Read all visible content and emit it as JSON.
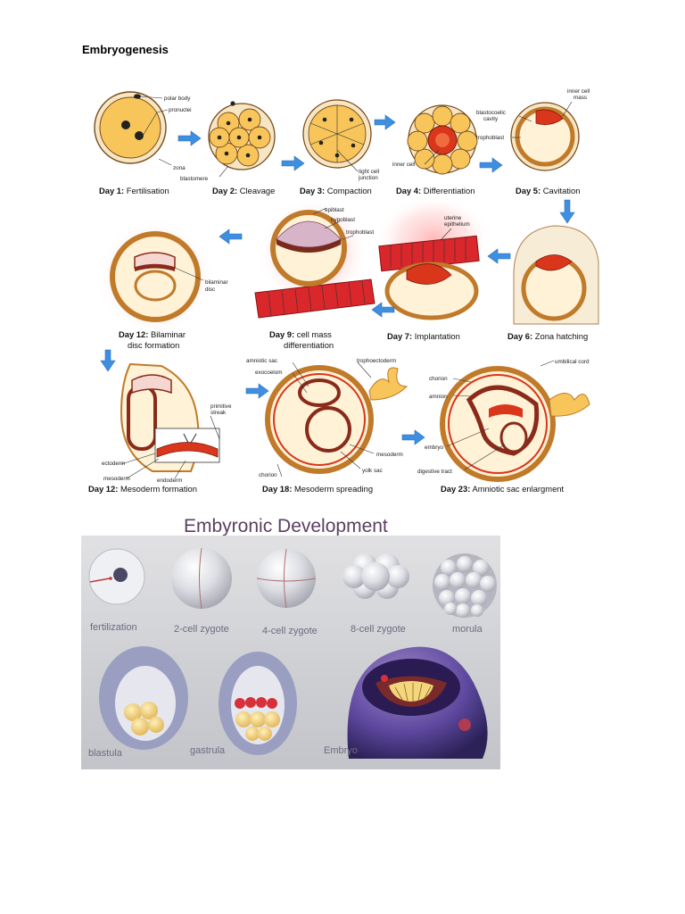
{
  "document": {
    "heading": "Embryogenesis"
  },
  "figure1": {
    "captions": [
      {
        "day": "Day 1:",
        "text": "Fertilisation"
      },
      {
        "day": "Day 2:",
        "text": "Cleavage"
      },
      {
        "day": "Day 3:",
        "text": "Compaction"
      },
      {
        "day": "Day 4:",
        "text": "Differentiation"
      },
      {
        "day": "Day 5:",
        "text": "Cavitation"
      },
      {
        "day": "Day 6:",
        "text": "Zona hatching"
      },
      {
        "day": "Day 7:",
        "text": "Implantation"
      },
      {
        "day": "Day 9:",
        "text": "cell mass",
        "line2": "differentiation"
      },
      {
        "day": "Day 12:",
        "text": "Bilaminar",
        "line2": "disc formation"
      },
      {
        "day": "Day 12:",
        "text": "Mesoderm formation"
      },
      {
        "day": "Day 18:",
        "text": "Mesoderm spreading"
      },
      {
        "day": "Day 23:",
        "text": "Amniotic sac enlargment"
      }
    ],
    "labels": {
      "polar_body": "polar body",
      "pronuclei": "pronuclei",
      "zona": "zona",
      "blastomere": "blastomere",
      "tight_cell": "tight cell",
      "junction": "junction",
      "inner_cell": "inner cell",
      "inner_cell_mass_1": "inner cell",
      "inner_cell_mass_2": "mass",
      "blastocoelic_1": "blastocoelic",
      "blastocoelic_2": "cavity",
      "trophoblast": "trophoblast",
      "epiblast": "epiblast",
      "hypoblast": "hypoblast",
      "trophoblast_9": "trophoblast",
      "uterine_1": "uterine",
      "uterine_2": "epithelium",
      "bilaminar_1": "bilaminar",
      "bilaminar_2": "disc",
      "primitive_1": "primitive",
      "primitive_2": "streak",
      "ectoderm": "ectoderm",
      "mesoderm_12": "mesoderm",
      "endoderm": "endoderm",
      "amniotic_sac": "amniotic sac",
      "exocoelom": "exocoelom",
      "trophoectoderm": "trophoectoderm",
      "mesoderm_18": "mesoderm",
      "yolk_sac": "yolk sac",
      "chorion_18": "chorion",
      "umbilical_cord": "umbilical cord",
      "chorion_23": "chorion",
      "amnion": "amnion",
      "embryo": "embryo",
      "digestive_tract": "digestive tract"
    }
  },
  "photo": {
    "title": "Embyronic Development",
    "labels": {
      "fertilization": "fertilization",
      "two_cell": "2-cell zygote",
      "four_cell": "4-cell zygote",
      "eight_cell": "8-cell zygote",
      "morula": "morula",
      "blastula": "blastula",
      "gastrula": "gastrula",
      "embryo": "Embryo"
    }
  },
  "colors": {
    "cell_fill": "#fde3a4",
    "cell_stroke": "#7a4a1a",
    "mass_red": "#d9361b",
    "arrow_blue": "#3f8fe0",
    "photo_text": "#6d6a82",
    "title_purple": "#5a3f60"
  }
}
